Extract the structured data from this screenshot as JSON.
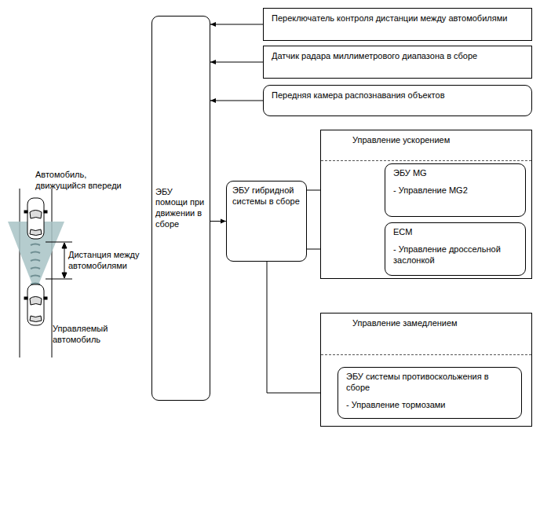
{
  "diagram": {
    "nodes": [
      {
        "text": [
          "ЭБУ помощи при движении в сборе"
        ]
      },
      {
        "text": [
          "Переключатель контроля дистанции между автомобилями"
        ]
      },
      {
        "text": [
          "Датчик радара миллиметрового диапазона в сборе"
        ]
      },
      {
        "text": [
          "Передняя камера распознавания объектов"
        ]
      },
      {
        "text": [
          "ЭБУ гибридной системы в сборе"
        ]
      },
      {
        "text": [
          "Управление ускорением"
        ]
      },
      {
        "text": [
          "ЭБУ MG",
          "- Управление MG2"
        ],
        "in": 5
      },
      {
        "text": [
          "ECM",
          "- Управление дроссельной заслонкой"
        ],
        "in": 5
      },
      {
        "text": [
          "Управление замедлением"
        ]
      },
      {
        "text": [
          "ЭБУ системы противоскольжения в сборе",
          "- Управление тормозами"
        ],
        "in": 8
      }
    ],
    "edges": [
      {
        "from": 1,
        "to": 0,
        "arrow": "to"
      },
      {
        "from": 2,
        "to": 0,
        "arrow": "to"
      },
      {
        "from": 3,
        "to": 0,
        "arrow": "to"
      },
      {
        "from": 0,
        "to": 4,
        "arrow": "to"
      },
      {
        "from": 4,
        "to": 6,
        "arrow": "to"
      },
      {
        "from": 4,
        "to": 7,
        "arrow": "to"
      },
      {
        "from": 4,
        "to": 9,
        "arrow": "to"
      }
    ],
    "labels": [
      "Автомобиль, движущийся впереди",
      "Дистанция между автомобилями",
      "Управляемый автомобиль"
    ]
  }
}
